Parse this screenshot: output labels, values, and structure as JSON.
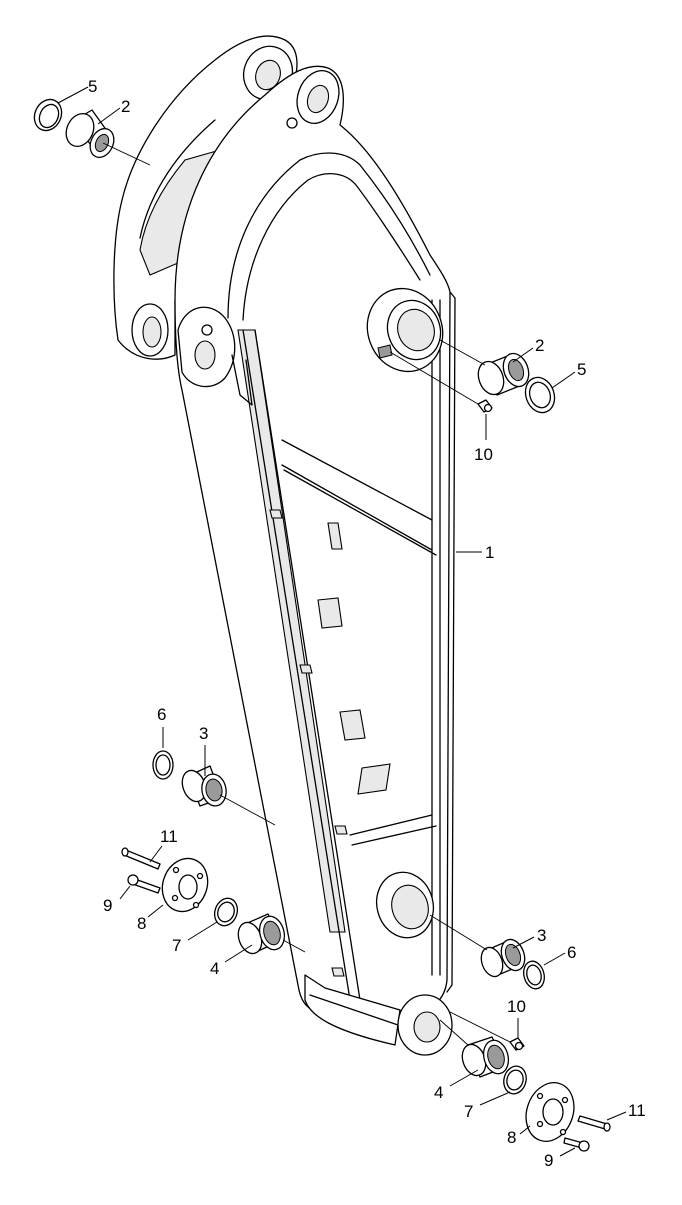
{
  "diagram": {
    "callouts": [
      {
        "id": "c-5-top",
        "label": "5"
      },
      {
        "id": "c-2-top",
        "label": "2"
      },
      {
        "id": "c-2-right",
        "label": "2"
      },
      {
        "id": "c-5-right",
        "label": "5"
      },
      {
        "id": "c-10-upper",
        "label": "10"
      },
      {
        "id": "c-1",
        "label": "1"
      },
      {
        "id": "c-6-left",
        "label": "6"
      },
      {
        "id": "c-3-left",
        "label": "3"
      },
      {
        "id": "c-11-left",
        "label": "11"
      },
      {
        "id": "c-9-left",
        "label": "9"
      },
      {
        "id": "c-8-left",
        "label": "8"
      },
      {
        "id": "c-7-left",
        "label": "7"
      },
      {
        "id": "c-4-left",
        "label": "4"
      },
      {
        "id": "c-3-right",
        "label": "3"
      },
      {
        "id": "c-6-right",
        "label": "6"
      },
      {
        "id": "c-10-lower",
        "label": "10"
      },
      {
        "id": "c-4-right",
        "label": "4"
      },
      {
        "id": "c-7-right",
        "label": "7"
      },
      {
        "id": "c-8-right",
        "label": "8"
      },
      {
        "id": "c-11-right",
        "label": "11"
      },
      {
        "id": "c-9-right",
        "label": "9"
      }
    ]
  }
}
